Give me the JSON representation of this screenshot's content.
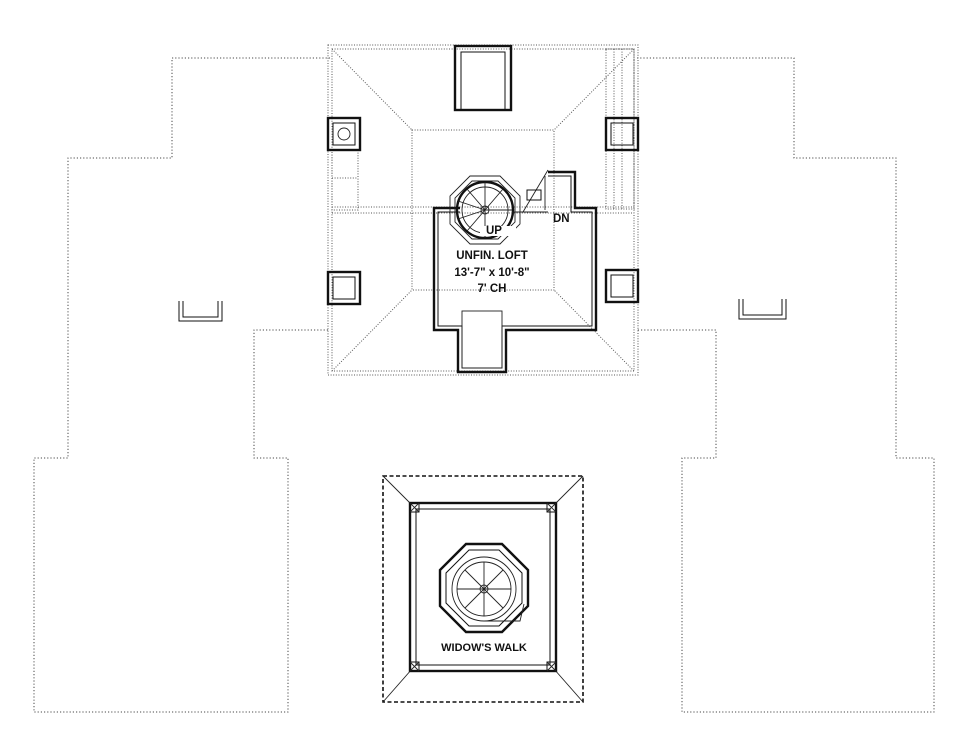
{
  "loft": {
    "name": "UNFIN. LOFT",
    "dimensions": "13'-7\" x 10'-8\"",
    "ceiling": "7' CH"
  },
  "stairs": {
    "up": "UP",
    "down": "DN"
  },
  "widows_walk": {
    "name": "WIDOW'S WALK"
  }
}
